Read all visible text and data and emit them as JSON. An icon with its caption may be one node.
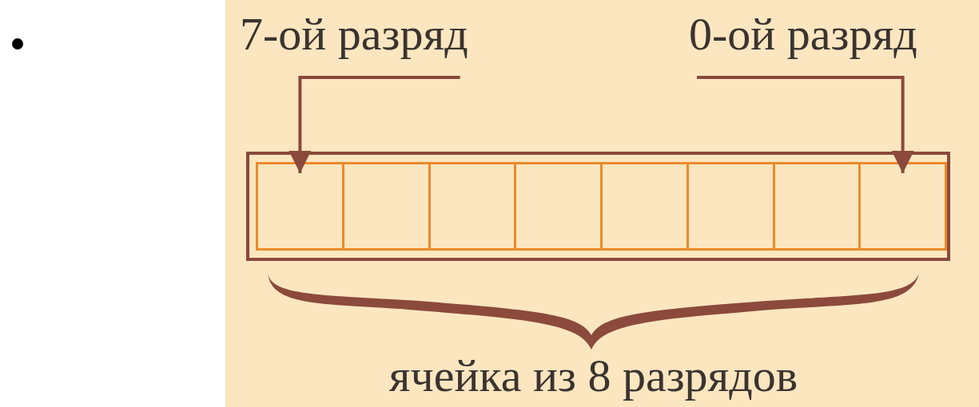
{
  "diagram": {
    "nodes": [
      {
        "text": [
          "7-ой разряд"
        ]
      },
      {
        "text": [
          "0-ой разряд"
        ]
      },
      {
        "text": [],
        "shape": "box"
      },
      {
        "text": [],
        "shape": "box",
        "in": 2
      },
      {
        "text": [],
        "shape": "box",
        "in": 2
      },
      {
        "text": [],
        "shape": "box",
        "in": 2
      },
      {
        "text": [],
        "shape": "box",
        "in": 2
      },
      {
        "text": [],
        "shape": "box",
        "in": 2
      },
      {
        "text": [],
        "shape": "box",
        "in": 2
      },
      {
        "text": [],
        "shape": "box",
        "in": 2
      },
      {
        "text": [],
        "shape": "box",
        "in": 2
      },
      {
        "text": [],
        "shape": "brace",
        "beside": [
          "ячейка из 8 разрядов"
        ]
      }
    ],
    "edges": [
      {
        "from": 0,
        "to": 3,
        "arrow": "to"
      },
      {
        "from": 1,
        "to": 10,
        "arrow": "to"
      }
    ]
  }
}
